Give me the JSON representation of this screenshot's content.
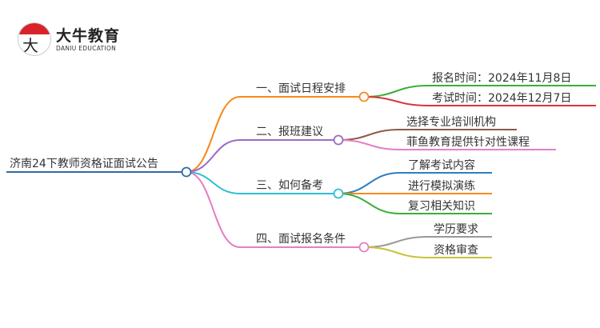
{
  "logo": {
    "cn": "大牛教育",
    "en": "DANIU EDUCATION",
    "mark": "大牛"
  },
  "root": {
    "label": "济南24下教师资格证面试公告",
    "color": "#2e6da4"
  },
  "branches": [
    {
      "label": "一、面试日程安排",
      "color": "#f68a1d",
      "children": [
        {
          "label": "报名时间：2024年11月8日",
          "color": "#3aae3a"
        },
        {
          "label": "考试时间：2024年12月7日",
          "color": "#d9363a"
        }
      ]
    },
    {
      "label": "二、报班建议",
      "color": "#9b6bc4",
      "children": [
        {
          "label": "选择专业培训机构",
          "color": "#8d5a4a"
        },
        {
          "label": "菲鱼教育提供针对性课程",
          "color": "#e57fc6"
        }
      ]
    },
    {
      "label": "三、如何备考",
      "color": "#2bbfd4",
      "children": [
        {
          "label": "了解考试内容",
          "color": "#2e7fc0"
        },
        {
          "label": "进行模拟演练",
          "color": "#f68a1d"
        },
        {
          "label": "复习相关知识",
          "color": "#3aae3a"
        }
      ]
    },
    {
      "label": "四、面试报名条件",
      "color": "#e57fc6",
      "children": [
        {
          "label": "学历要求",
          "color": "#999999"
        },
        {
          "label": "资格审查",
          "color": "#c8c43a"
        }
      ]
    }
  ]
}
